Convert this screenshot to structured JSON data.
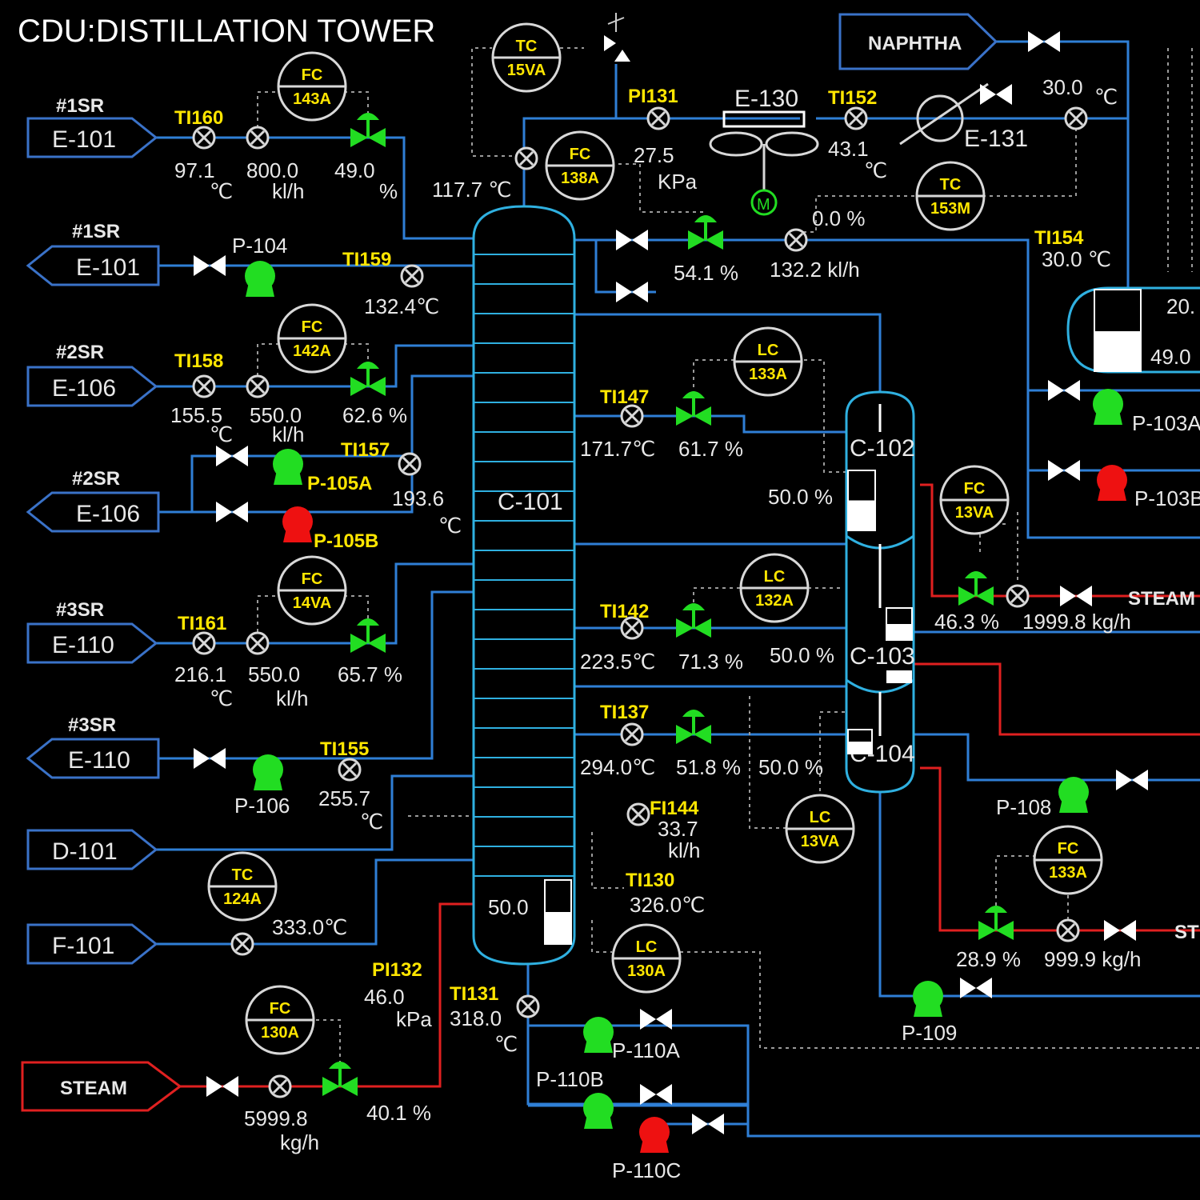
{
  "title": "CDU:DISTILLATION TOWER",
  "colors": {
    "pipe": "#2f7fd6",
    "steam_pipe": "#e02020",
    "pump_running": "#22dd22",
    "pump_stopped": "#ee1111",
    "tag_text": "#ffe600",
    "value_text": "#e8e8e8"
  },
  "streams": [
    {
      "sub": "#1SR",
      "tag": "E-101"
    },
    {
      "sub": "#1SR",
      "tag": "E-101"
    },
    {
      "sub": "#2SR",
      "tag": "E-106"
    },
    {
      "sub": "#2SR",
      "tag": "E-106"
    },
    {
      "sub": "#3SR",
      "tag": "E-110"
    },
    {
      "sub": "#3SR",
      "tag": "E-110"
    },
    {
      "sub": "",
      "tag": "D-101"
    },
    {
      "sub": "",
      "tag": "F-101"
    },
    {
      "sub": "",
      "tag": "STEAM"
    },
    {
      "sub": "",
      "tag": "NAPHTHA"
    }
  ],
  "controllers": [
    {
      "type": "FC",
      "id": "143A"
    },
    {
      "type": "TC",
      "id": "15VA"
    },
    {
      "type": "FC",
      "id": "138A"
    },
    {
      "type": "FC",
      "id": "142A"
    },
    {
      "type": "FC",
      "id": "14VA"
    },
    {
      "type": "TC",
      "id": "124A"
    },
    {
      "type": "FC",
      "id": "130A"
    },
    {
      "type": "TC",
      "id": "153M"
    },
    {
      "type": "LC",
      "id": "133A"
    },
    {
      "type": "LC",
      "id": "132A"
    },
    {
      "type": "FC",
      "id": "13VA"
    },
    {
      "type": "LC",
      "id": "13VA"
    },
    {
      "type": "LC",
      "id": "130A"
    },
    {
      "type": "FC",
      "id": "133A"
    }
  ],
  "instrument_tags": {
    "ti160": "TI160",
    "ti159": "TI159",
    "ti158": "TI158",
    "ti157": "TI157",
    "ti161": "TI161",
    "ti155": "TI155",
    "pi131": "PI131",
    "ti152": "TI152",
    "ti154": "TI154",
    "ti147": "TI147",
    "ti142": "TI142",
    "ti137": "TI137",
    "fi144": "FI144",
    "ti130": "TI130",
    "pi132": "PI132",
    "ti131": "TI131"
  },
  "equipment": {
    "c101": "C-101",
    "c102": "C-102",
    "c103": "C-103",
    "c104": "C-104",
    "e130": "E-130",
    "e131": "E-131",
    "motor": "M",
    "p104": "P-104",
    "p105a": "P-105A",
    "p105b": "P-105B",
    "p106": "P-106",
    "p110a": "P-110A",
    "p110b": "P-110B",
    "p110c": "P-110C",
    "p108": "P-108",
    "p109": "P-109",
    "p103a": "P-103A",
    "p103b": "P-103B",
    "steam2": "STEAM",
    "steam3": "ST"
  },
  "readings": {
    "t_e101": "97.1",
    "u_c1": "℃",
    "f_e101": "800.0",
    "u_klh1": "kl/h",
    "v_e101": "49.0",
    "u_pct1": "%",
    "t_top": "117.7 ℃",
    "p_ovhd": "27.5",
    "u_kpa1": "KPa",
    "t_152": "43.1",
    "u_c2": "℃",
    "t_sp": "30.0",
    "u_c3": "℃",
    "v_tc153": "0.0  %",
    "v_reflux": "54.1 %",
    "f_reflux": "132.2 kl/h",
    "t_154": "30.0 ℃",
    "t_159": "132.4℃",
    "t_158": "155.5",
    "u_c4": "℃",
    "f_158": "550.0",
    "u_klh2": "kl/h",
    "v_158": "62.6  %",
    "t_157": "193.6",
    "u_c5": "℃",
    "t_161": "216.1",
    "u_c6": "℃",
    "f_161": "550.0",
    "u_klh3": "kl/h",
    "v_161": "65.7 %",
    "t_155": "255.7",
    "u_c7": "℃",
    "t_124": "333.0℃",
    "f_steam": "5999.8",
    "u_kgh1": "kg/h",
    "v_steam": "40.1 %",
    "p_132": "46.0",
    "u_kpa2": "kPa",
    "t_131": "318.0",
    "u_c8": "℃",
    "t_147": "171.7℃",
    "v_147": "61.7 %",
    "l_c102": "50.0 %",
    "t_142": "223.5℃",
    "v_142": "71.3 %",
    "l_c103": "50.0 %",
    "t_137": "294.0℃",
    "v_137": "51.8 %",
    "l_c104": "50.0 %",
    "f_144": "33.7",
    "u_klh4": "kl/h",
    "t_130": "326.0℃",
    "l_c101": "50.0",
    "v_fc13va": "46.3 %",
    "f_fc13va": "1999.8 kg/h",
    "v_fc133a": "28.9 %",
    "f_fc133a": "999.9 kg/h",
    "d_top": "20.",
    "d_bot": "49.0"
  },
  "levels": {
    "c101": 0.5,
    "c102": 0.5,
    "c103": 0.5,
    "c104": 0.5,
    "drum": 0.49
  }
}
